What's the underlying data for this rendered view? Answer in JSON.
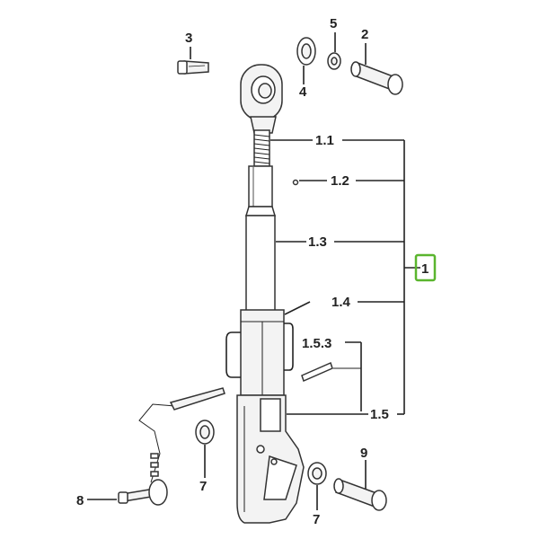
{
  "callouts": {
    "c1": "1",
    "c1_1": "1.1",
    "c1_2": "1.2",
    "c1_3": "1.3",
    "c1_4": "1.4",
    "c1_5": "1.5",
    "c1_5_3": "1.5.3",
    "c2": "2",
    "c3": "3",
    "c4": "4",
    "c5": "5",
    "c7a": "7",
    "c7b": "7",
    "c8": "8",
    "c9": "9"
  },
  "highlight_color": "#5ab52e"
}
